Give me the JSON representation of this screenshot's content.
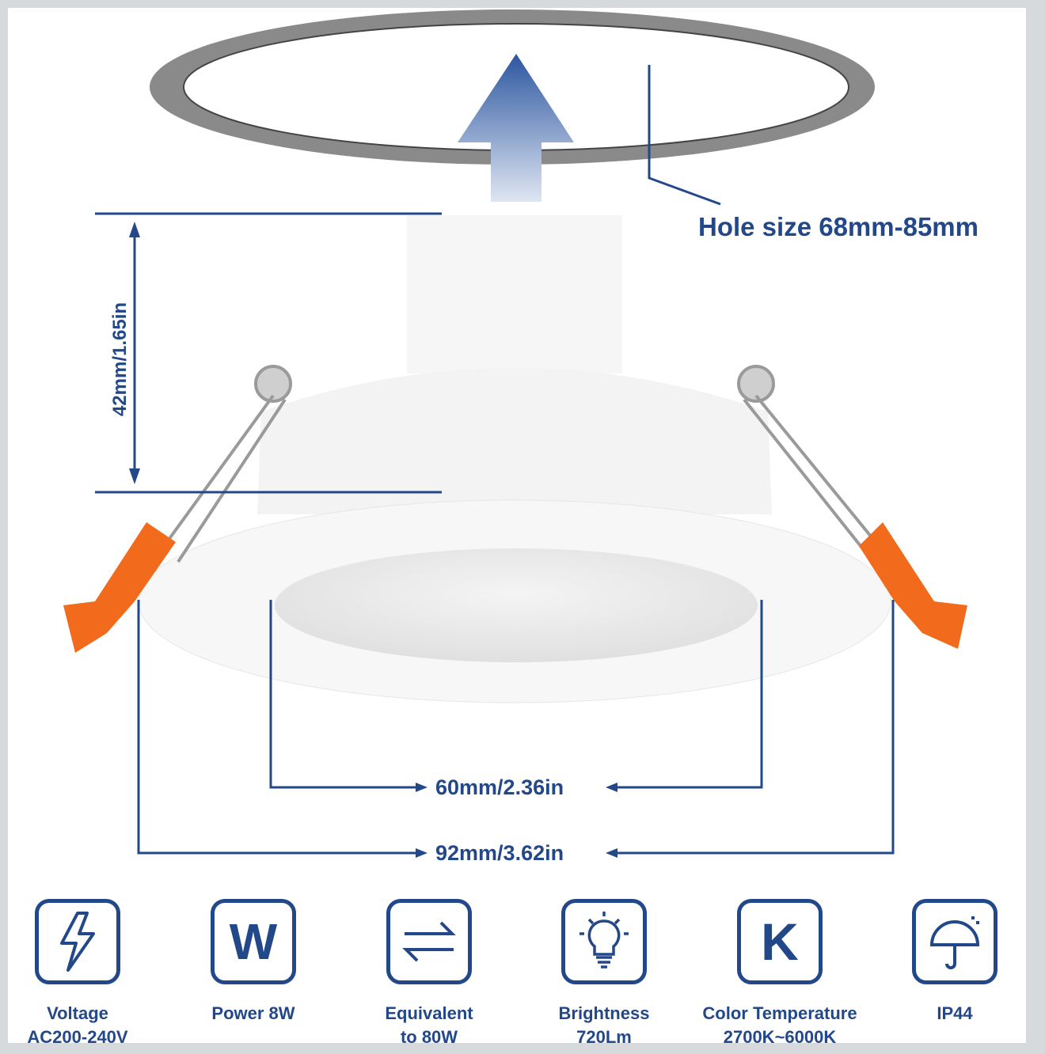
{
  "dimensions": {
    "hole_size": "Hole size 68mm-85mm",
    "height": "42mm/1.65in",
    "inner_diameter": "60mm/2.36in",
    "outer_diameter": "92mm/3.62in"
  },
  "features": [
    {
      "icon": "lightning-icon",
      "line1": "Voltage",
      "line2": "AC200-240V"
    },
    {
      "icon": "w-letter-icon",
      "glyph": "W",
      "line1": "Power 8W",
      "line2": ""
    },
    {
      "icon": "swap-arrows-icon",
      "line1": "Equivalent",
      "line2": "to 80W"
    },
    {
      "icon": "light-bulb-icon",
      "line1": "Brightness",
      "line2": "720Lm"
    },
    {
      "icon": "k-letter-icon",
      "glyph": "K",
      "line1": "Color Temperature",
      "line2": "2700K~6000K"
    },
    {
      "icon": "umbrella-icon",
      "line1": "IP44",
      "line2": ""
    }
  ],
  "colors": {
    "accent": "#23488a",
    "clip": "#f26a1b",
    "frame": "#d6dadc"
  }
}
